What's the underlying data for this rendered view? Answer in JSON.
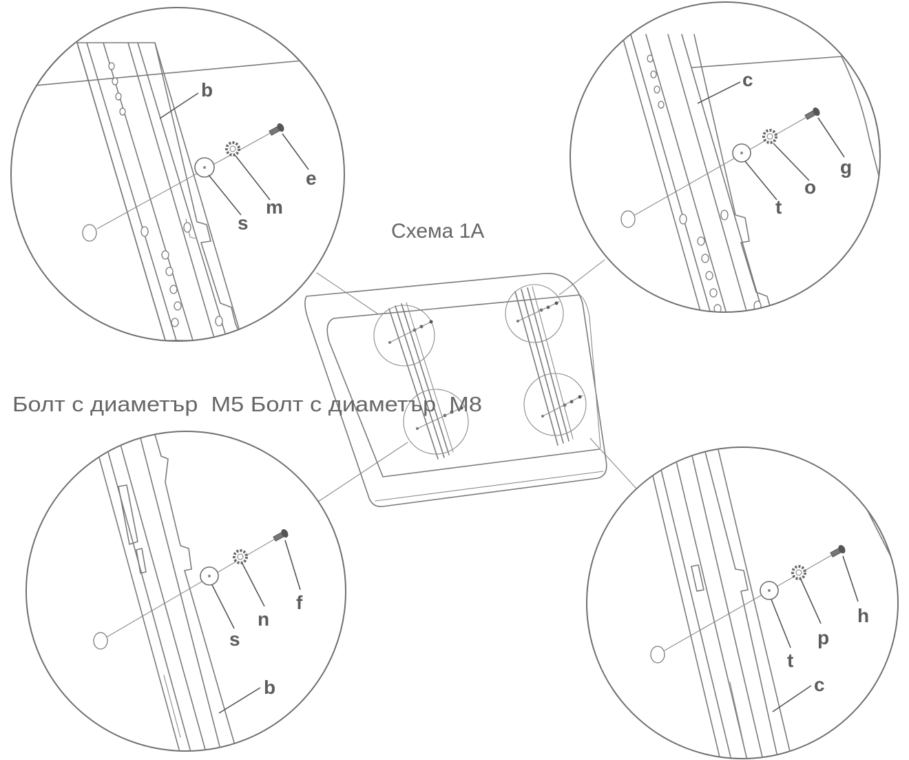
{
  "diagram": {
    "title": "Схема 1А",
    "caption": "Болт с диаметър  М5 Болт с диаметър  М8",
    "colors": {
      "line": "#7a7a7a",
      "label": "#5c5c5c",
      "text": "#666666",
      "background": "#ffffff"
    }
  },
  "detail_top_left": {
    "bracket": "b",
    "washer": "s",
    "nut": "m",
    "bolt": "e"
  },
  "detail_top_right": {
    "bracket": "c",
    "washer": "t",
    "nut": "o",
    "bolt": "g"
  },
  "detail_bottom_left": {
    "bracket": "b",
    "washer": "s",
    "nut": "n",
    "bolt": "f"
  },
  "detail_bottom_right": {
    "bracket": "c",
    "washer": "t",
    "nut": "p",
    "bolt": "h"
  }
}
